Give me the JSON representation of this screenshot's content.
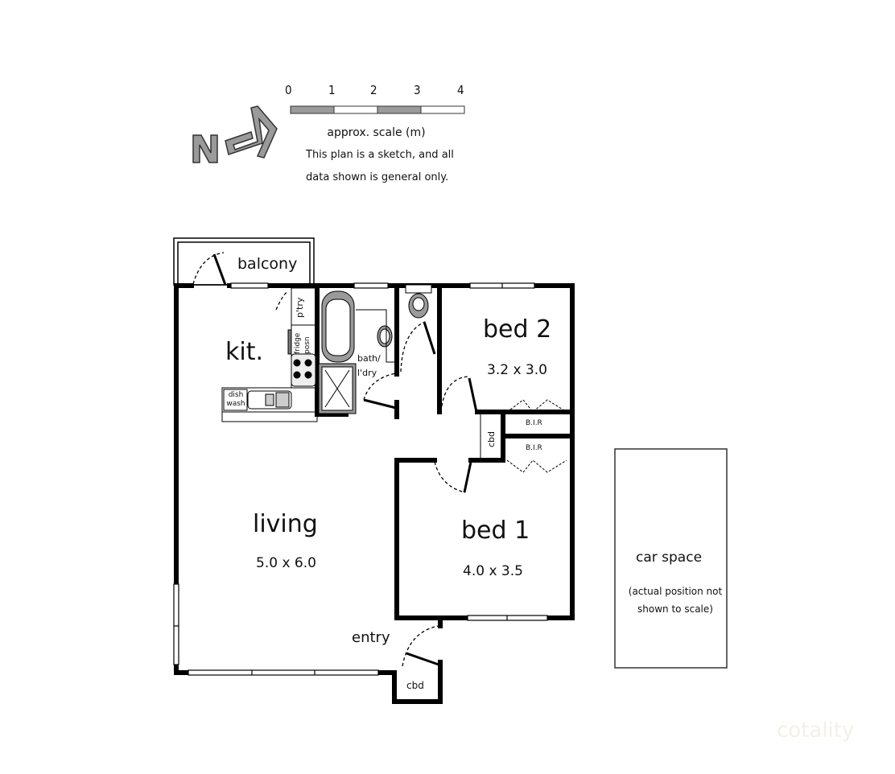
{
  "scale": {
    "ticks": [
      "0",
      "1",
      "2",
      "3",
      "4"
    ],
    "unit_label": "approx. scale (m)",
    "disclaimer_line1": "This plan is a sketch, and all",
    "disclaimer_line2": "data shown is general only."
  },
  "north_arrow": {
    "letter": "N",
    "icon": "north-arrow-icon"
  },
  "rooms": {
    "balcony": {
      "name": "balcony"
    },
    "kitchen": {
      "name": "kit."
    },
    "pantry": {
      "name": "p'try"
    },
    "fridge": {
      "name_line1": "fridge",
      "name_line2": "posn"
    },
    "dishwasher": {
      "name_line1": "dish",
      "name_line2": "wash"
    },
    "bath": {
      "name_line1": "bath/",
      "name_line2": "l'dry"
    },
    "bed2": {
      "name": "bed 2",
      "dims": "3.2 x 3.0"
    },
    "bir_upper": {
      "name": "B.I.R"
    },
    "bir_lower": {
      "name": "B.I.R"
    },
    "cbd_hall": {
      "name": "cbd"
    },
    "living": {
      "name": "living",
      "dims": "5.0 x 6.0"
    },
    "bed1": {
      "name": "bed 1",
      "dims": "4.0 x 3.5"
    },
    "entry": {
      "name": "entry"
    },
    "cbd_entry": {
      "name": "cbd"
    }
  },
  "car_space": {
    "name": "car space",
    "note_line1": "(actual position not",
    "note_line2": "shown to scale)"
  },
  "watermark": {
    "text": "cotality"
  },
  "colors": {
    "wall": "#000000",
    "fixture_fill": "#9a9a9a",
    "scale_grey": "#9b9b9b",
    "watermark": "#f4efe8"
  }
}
